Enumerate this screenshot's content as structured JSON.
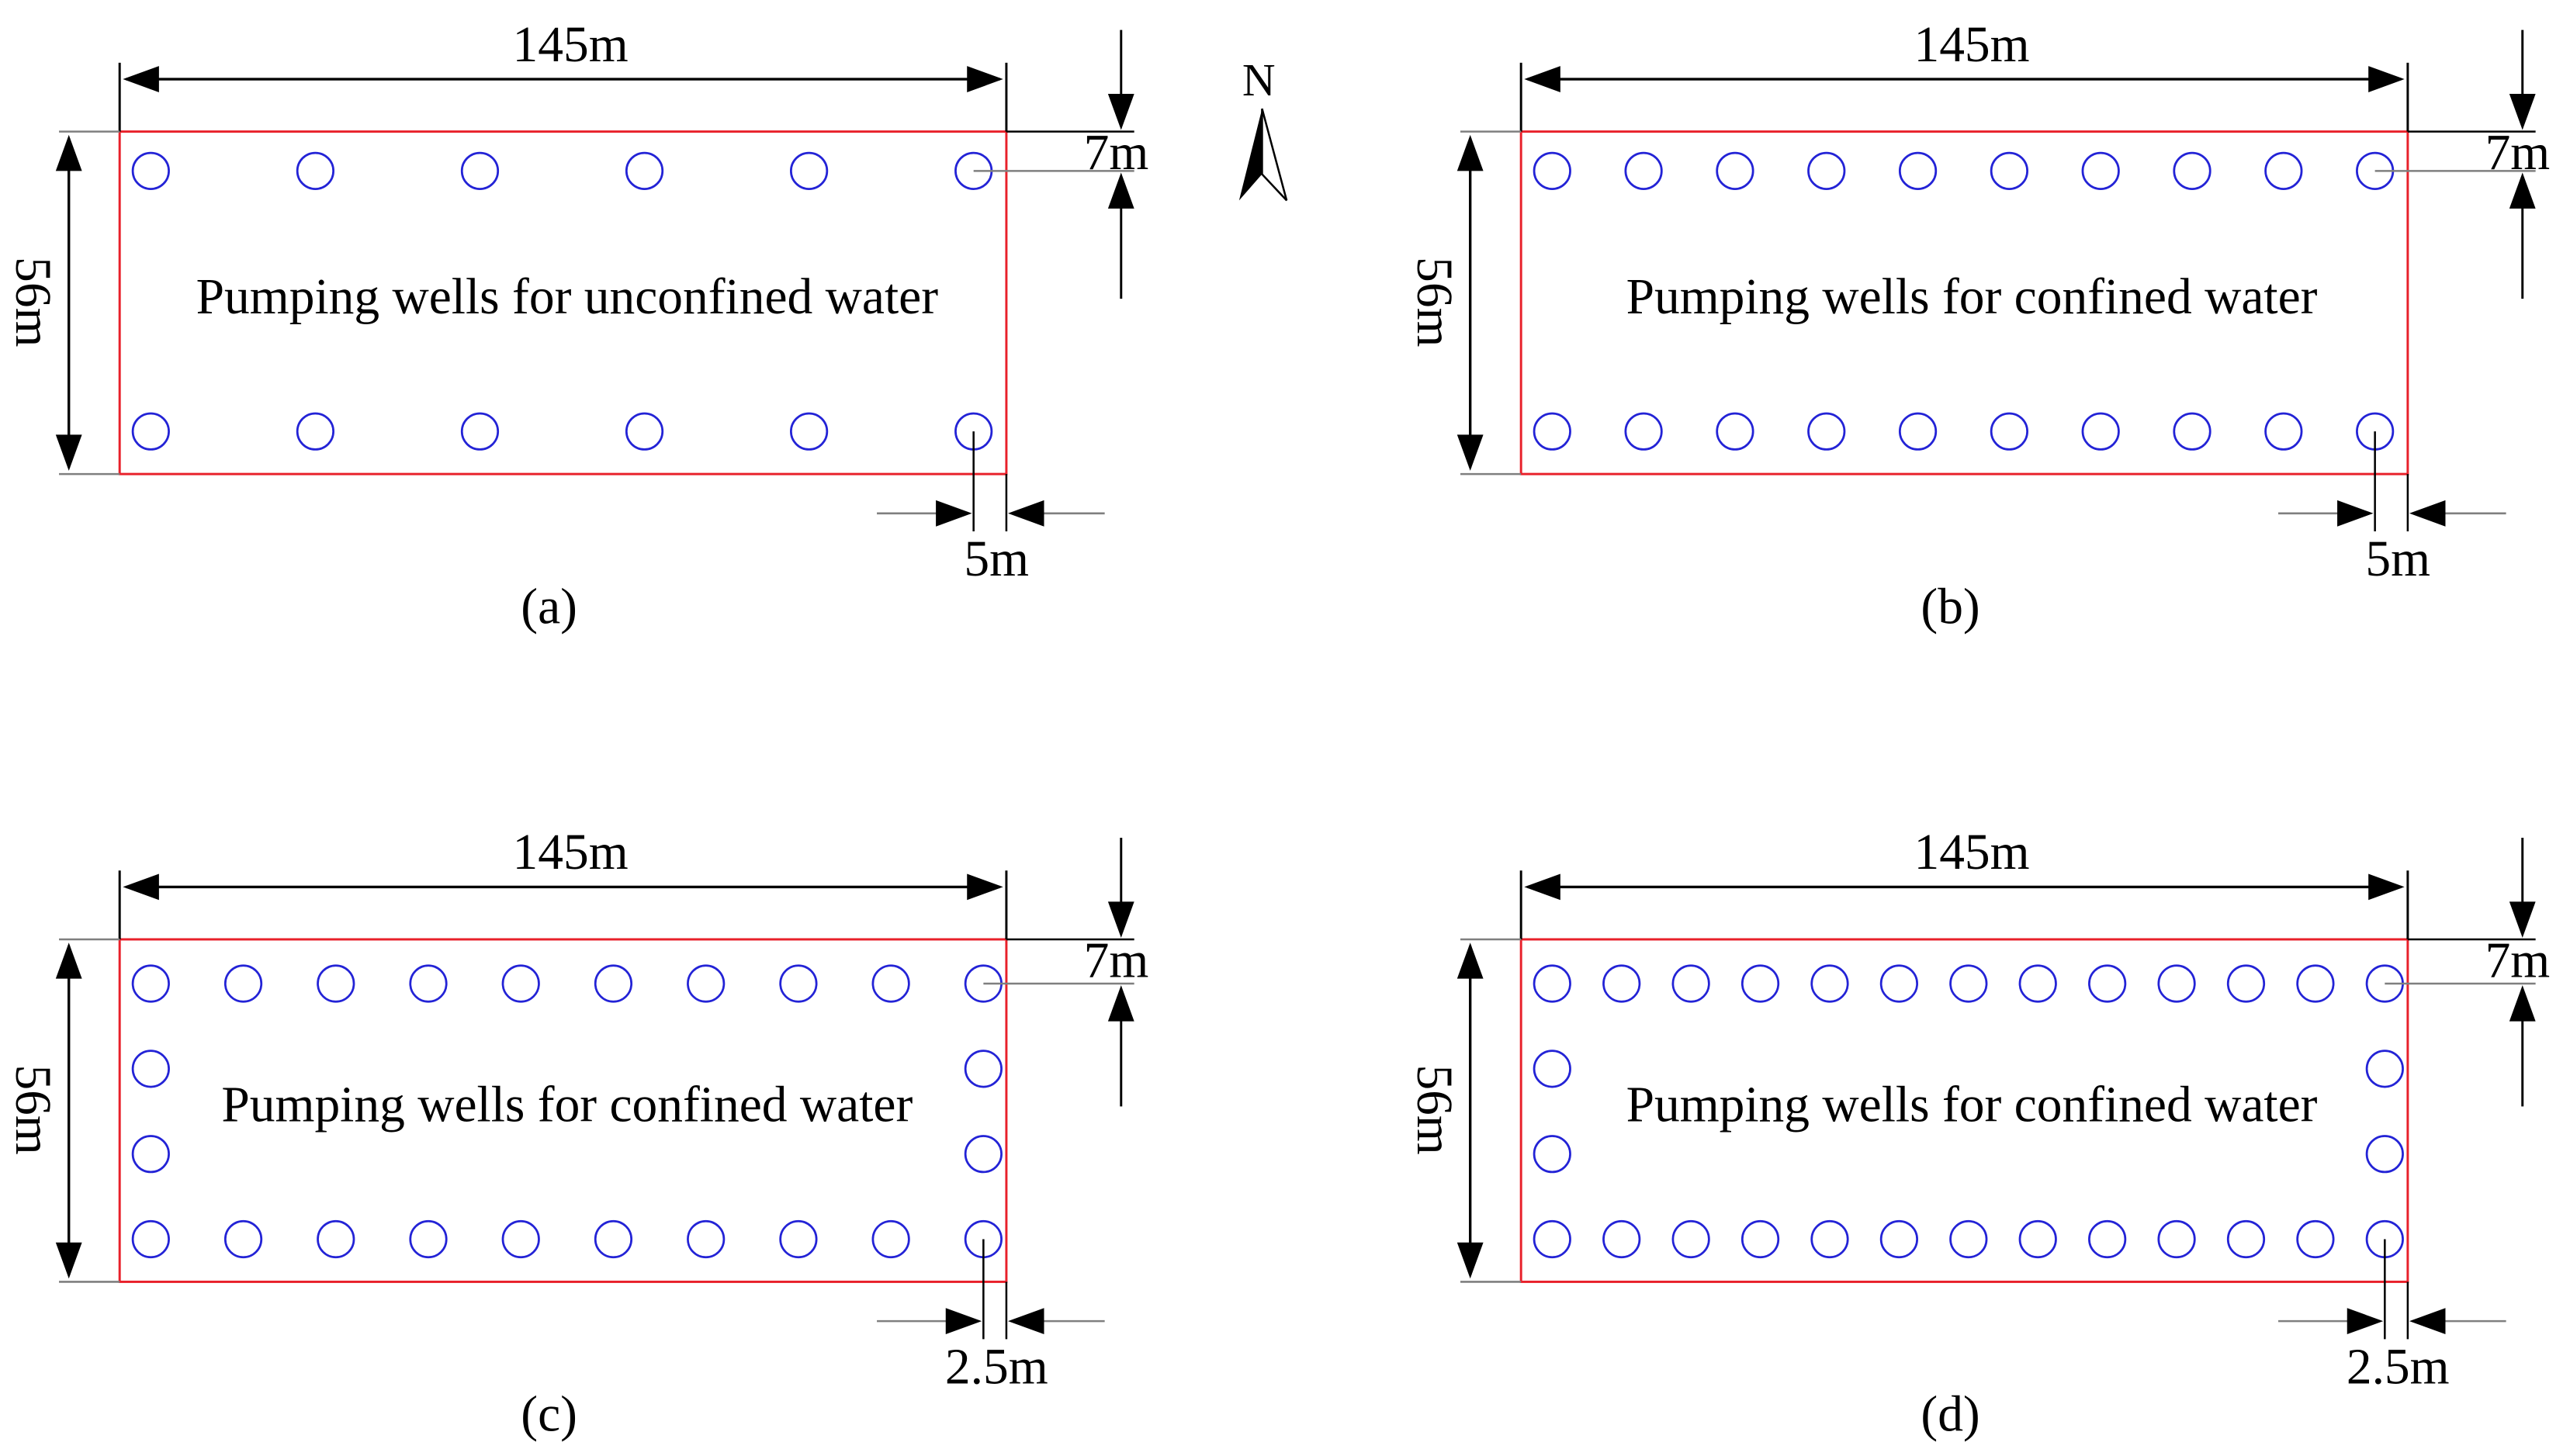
{
  "colors": {
    "boundary": "#e8202a",
    "well": "#2323d6",
    "dimension": "#000000",
    "extension": "#7f7f7f"
  },
  "compass": {
    "label": "N",
    "icon": "north-arrow-icon"
  },
  "panels": [
    {
      "id": "a",
      "caption": "(a)",
      "region_label": "Pumping wells for unconfined water",
      "width_label": "145m",
      "height_label": "56m",
      "row_offset_label": "7m",
      "edge_offset_label": "5m",
      "wells_per_long_side": 6,
      "wells_per_short_side": 0
    },
    {
      "id": "b",
      "caption": "(b)",
      "region_label": "Pumping wells for confined water",
      "width_label": "145m",
      "height_label": "56m",
      "row_offset_label": "7m",
      "edge_offset_label": "5m",
      "wells_per_long_side": 10,
      "wells_per_short_side": 0
    },
    {
      "id": "c",
      "caption": "(c)",
      "region_label": "Pumping wells for confined water",
      "width_label": "145m",
      "height_label": "56m",
      "row_offset_label": "7m",
      "edge_offset_label": "2.5m",
      "wells_per_long_side": 10,
      "wells_per_short_side": 2
    },
    {
      "id": "d",
      "caption": "(d)",
      "region_label": "Pumping wells for confined water",
      "width_label": "145m",
      "height_label": "56m",
      "row_offset_label": "7m",
      "edge_offset_label": "2.5m",
      "wells_per_long_side": 13,
      "wells_per_short_side": 2
    }
  ]
}
